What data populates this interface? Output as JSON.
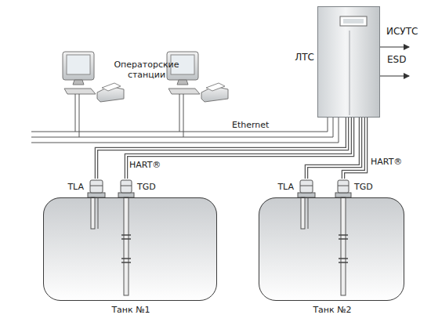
{
  "diagram": {
    "nodes": [
      {
        "text": [
          "ЛТС"
        ]
      },
      {
        "text": [
          "Танк №1"
        ]
      },
      {
        "text": [
          "TLA"
        ]
      },
      {
        "text": [
          "TGD"
        ]
      },
      {
        "text": [
          "Танк №2"
        ]
      },
      {
        "text": [
          "TLA"
        ]
      },
      {
        "text": [
          "TGD"
        ]
      }
    ],
    "edges": [
      {
        "from": 0,
        "to": 2,
        "arrow": "none"
      },
      {
        "from": 0,
        "to": 3,
        "label": "HART®",
        "arrow": "none"
      },
      {
        "from": 0,
        "to": 5,
        "arrow": "none"
      },
      {
        "from": 0,
        "to": 6,
        "label": "HART®",
        "arrow": "none"
      }
    ],
    "labels": [
      "Операторские станции",
      "ИСУТС",
      "ESD",
      "Ethernet"
    ]
  }
}
